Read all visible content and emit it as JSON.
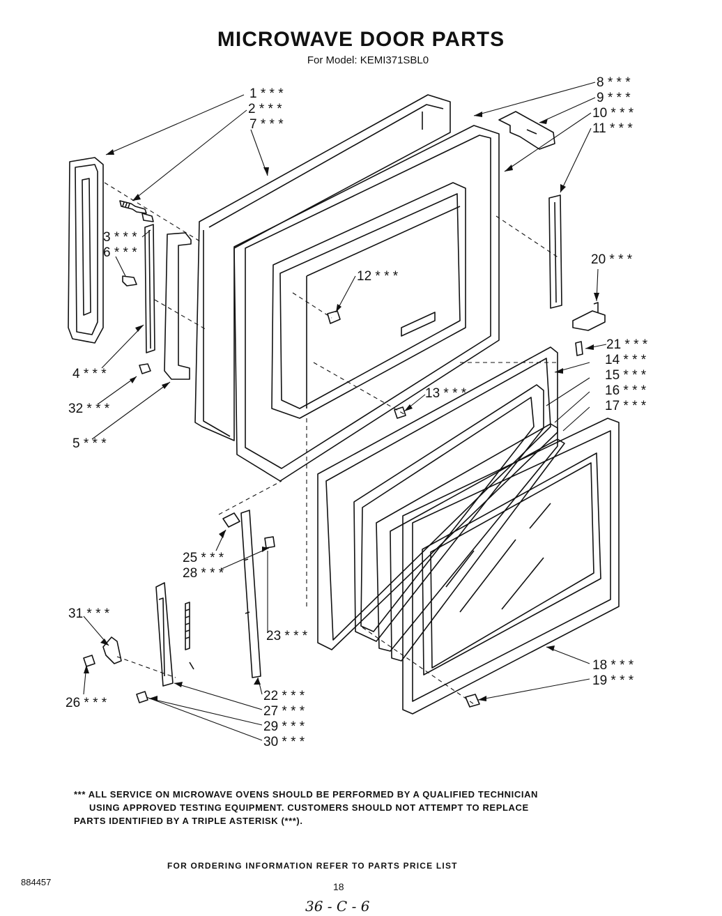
{
  "title": "MICROWAVE DOOR PARTS",
  "subtitle": "For Model: KEMI371SBL0",
  "callouts": [
    {
      "id": "c1",
      "label": "1 * * *"
    },
    {
      "id": "c2",
      "label": "2 * * *"
    },
    {
      "id": "c7",
      "label": "7 * * *"
    },
    {
      "id": "c3",
      "label": "3 * * *"
    },
    {
      "id": "c6",
      "label": "6 * * *"
    },
    {
      "id": "c4",
      "label": "4 * * *"
    },
    {
      "id": "c32",
      "label": "32 * * *"
    },
    {
      "id": "c5",
      "label": "5 * * *"
    },
    {
      "id": "c8",
      "label": "8 * * *"
    },
    {
      "id": "c9",
      "label": "9 * * *"
    },
    {
      "id": "c10",
      "label": "10 * * *"
    },
    {
      "id": "c11",
      "label": "11 * * *"
    },
    {
      "id": "c12",
      "label": "12 * * *"
    },
    {
      "id": "c20",
      "label": "20 * * *"
    },
    {
      "id": "c21",
      "label": "21 * * *"
    },
    {
      "id": "c14",
      "label": "14 * * *"
    },
    {
      "id": "c13",
      "label": "13 * * *"
    },
    {
      "id": "c15",
      "label": "15 * * *"
    },
    {
      "id": "c16",
      "label": "16 * * *"
    },
    {
      "id": "c17",
      "label": "17 * * *"
    },
    {
      "id": "c25",
      "label": "25 * * *"
    },
    {
      "id": "c28",
      "label": "28 * * *"
    },
    {
      "id": "c31",
      "label": "31 * * *"
    },
    {
      "id": "c23",
      "label": "23 * * *"
    },
    {
      "id": "c26",
      "label": "26 * * *"
    },
    {
      "id": "c22",
      "label": "22 * * *"
    },
    {
      "id": "c27",
      "label": "27 * * *"
    },
    {
      "id": "c29",
      "label": "29 * * *"
    },
    {
      "id": "c30",
      "label": "30 * * *"
    },
    {
      "id": "c18",
      "label": "18 * * *"
    },
    {
      "id": "c19",
      "label": "19 * * *"
    }
  ],
  "note": {
    "line1": "*** ALL SERVICE ON MICROWAVE OVENS SHOULD BE PERFORMED BY A QUALIFIED TECHNICIAN",
    "line2": "USING APPROVED TESTING EQUIPMENT. CUSTOMERS SHOULD NOT ATTEMPT TO REPLACE",
    "line3": "PARTS IDENTIFIED BY A TRIPLE ASTERISK (***)."
  },
  "ordering": "FOR ORDERING INFORMATION REFER TO PARTS PRICE LIST",
  "doc_number": "884457",
  "page_number": "18",
  "handwritten": "36 - C - 6"
}
